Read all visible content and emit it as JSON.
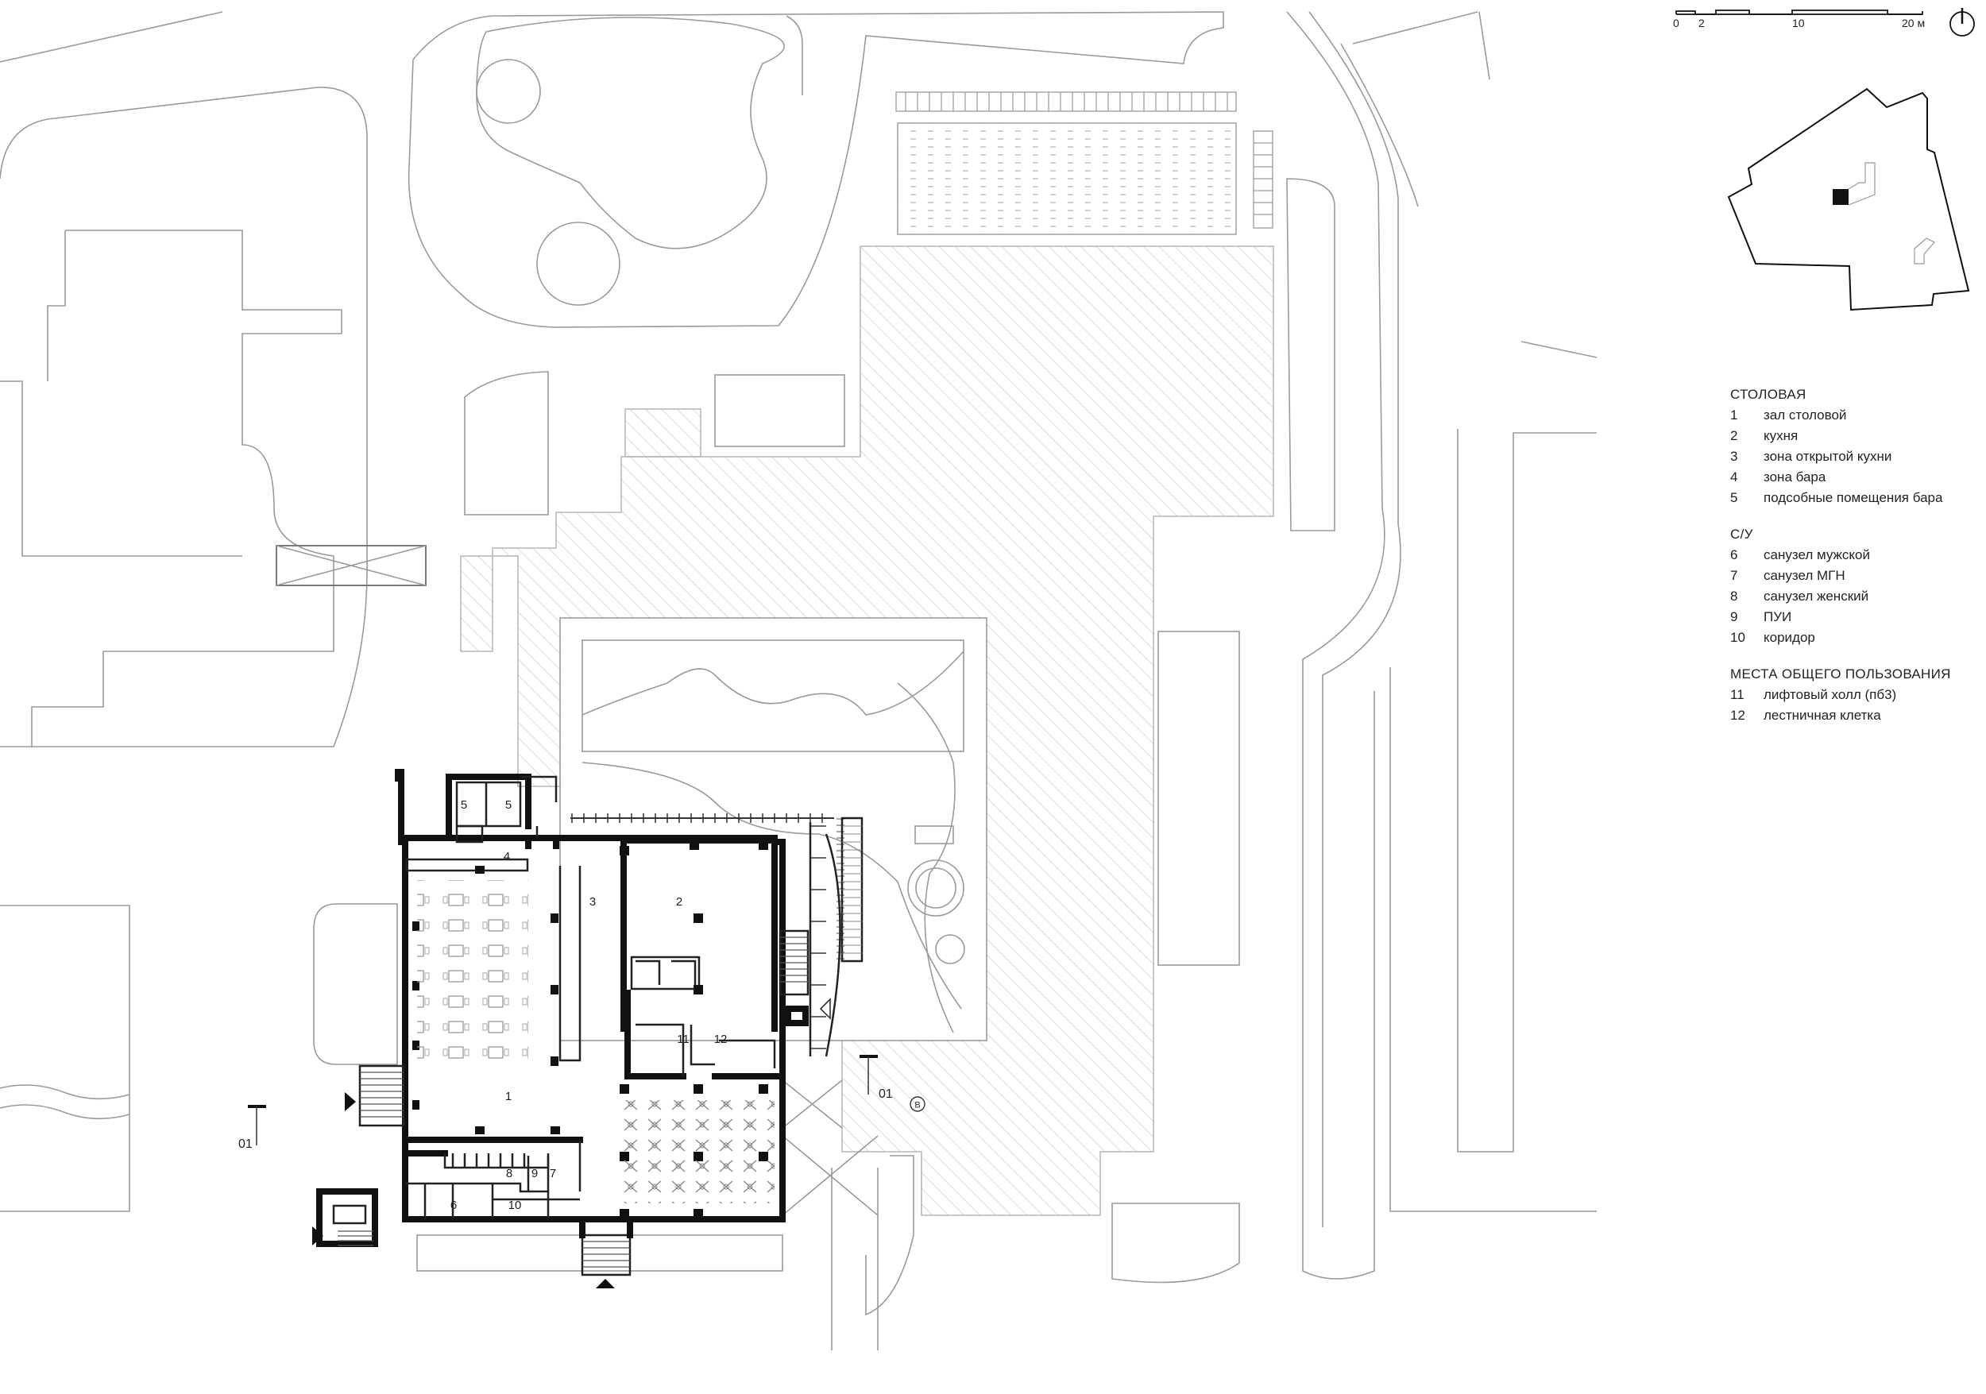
{
  "scale_bar": {
    "label_0": "0",
    "label_2": "2",
    "label_10": "10",
    "label_20": "20 м"
  },
  "north_icon": "north-arrow-icon",
  "plan": {
    "rooms": [
      {
        "id": "1",
        "number": "1"
      },
      {
        "id": "2",
        "number": "2"
      },
      {
        "id": "3",
        "number": "3"
      },
      {
        "id": "4",
        "number": "4"
      },
      {
        "id": "5a",
        "number": "5"
      },
      {
        "id": "5b",
        "number": "5"
      },
      {
        "id": "6",
        "number": "6"
      },
      {
        "id": "7",
        "number": "7"
      },
      {
        "id": "8",
        "number": "8"
      },
      {
        "id": "9",
        "number": "9"
      },
      {
        "id": "10",
        "number": "10"
      },
      {
        "id": "11",
        "number": "11"
      },
      {
        "id": "12",
        "number": "12"
      }
    ],
    "section_marks": [
      {
        "id": "left",
        "label": "01"
      },
      {
        "id": "right",
        "label": "01"
      }
    ],
    "axis_marker": "B"
  },
  "legend": {
    "groups": [
      {
        "title": "СТОЛОВАЯ",
        "items": [
          {
            "num": "1",
            "label": "зал столовой"
          },
          {
            "num": "2",
            "label": "кухня"
          },
          {
            "num": "3",
            "label": "зона открытой кухни"
          },
          {
            "num": "4",
            "label": "зона бара"
          },
          {
            "num": "5",
            "label": "подсобные помещения бара"
          }
        ]
      },
      {
        "title": "С/У",
        "items": [
          {
            "num": "6",
            "label": "санузел мужской"
          },
          {
            "num": "7",
            "label": "санузел МГН"
          },
          {
            "num": "8",
            "label": "санузел женский"
          },
          {
            "num": "9",
            "label": "ПУИ"
          },
          {
            "num": "10",
            "label": "коридор"
          }
        ]
      },
      {
        "title": "МЕСТА ОБЩЕГО ПОЛЬЗОВАНИЯ",
        "items": [
          {
            "num": "11",
            "label": "лифтовый холл (пб3)"
          },
          {
            "num": "12",
            "label": "лестничная клетка"
          }
        ]
      }
    ]
  }
}
